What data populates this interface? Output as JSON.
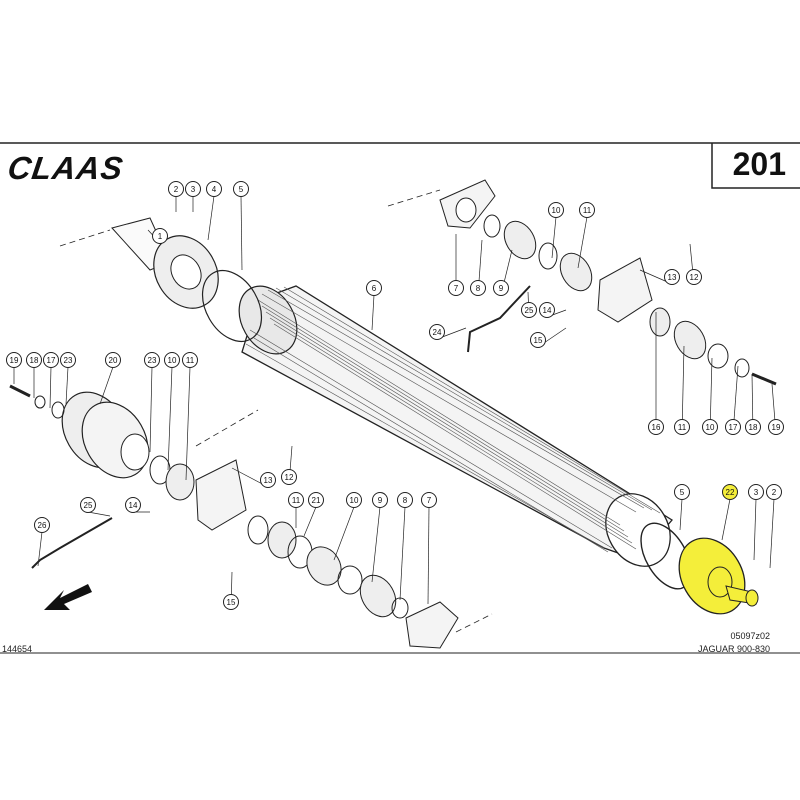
{
  "header": {
    "brand": "CLAAS",
    "page_number": "201"
  },
  "footer": {
    "left_code": "144654",
    "right_code": "05097z02",
    "model": "JAGUAR 900-830"
  },
  "highlight_color": "#f4ee3a",
  "callouts": {
    "c2a": "2",
    "c3a": "3",
    "c4": "4",
    "c5a": "5",
    "c1": "1",
    "c7a": "7",
    "c8a": "8",
    "c9a": "9",
    "c10a": "10",
    "c11a": "11",
    "c6": "6",
    "c13a": "13",
    "c12a": "12",
    "c14a": "14",
    "c25a": "25",
    "c24": "24",
    "c15a": "15",
    "c16": "16",
    "c11b": "11",
    "c10b": "10",
    "c17a": "17",
    "c18a": "18",
    "c19a": "19",
    "c19b": "19",
    "c18b": "18",
    "c17b": "17",
    "c23a": "23",
    "c20": "20",
    "c23b": "23",
    "c10c": "10",
    "c11c": "11",
    "c12b": "12",
    "c13b": "13",
    "c25b": "25",
    "c14b": "14",
    "c26": "26",
    "c15b": "15",
    "c11d": "11",
    "c21": "21",
    "c10d": "10",
    "c9b": "9",
    "c8b": "8",
    "c7b": "7",
    "c5b": "5",
    "c22": "22",
    "c3b": "3",
    "c2b": "2"
  }
}
